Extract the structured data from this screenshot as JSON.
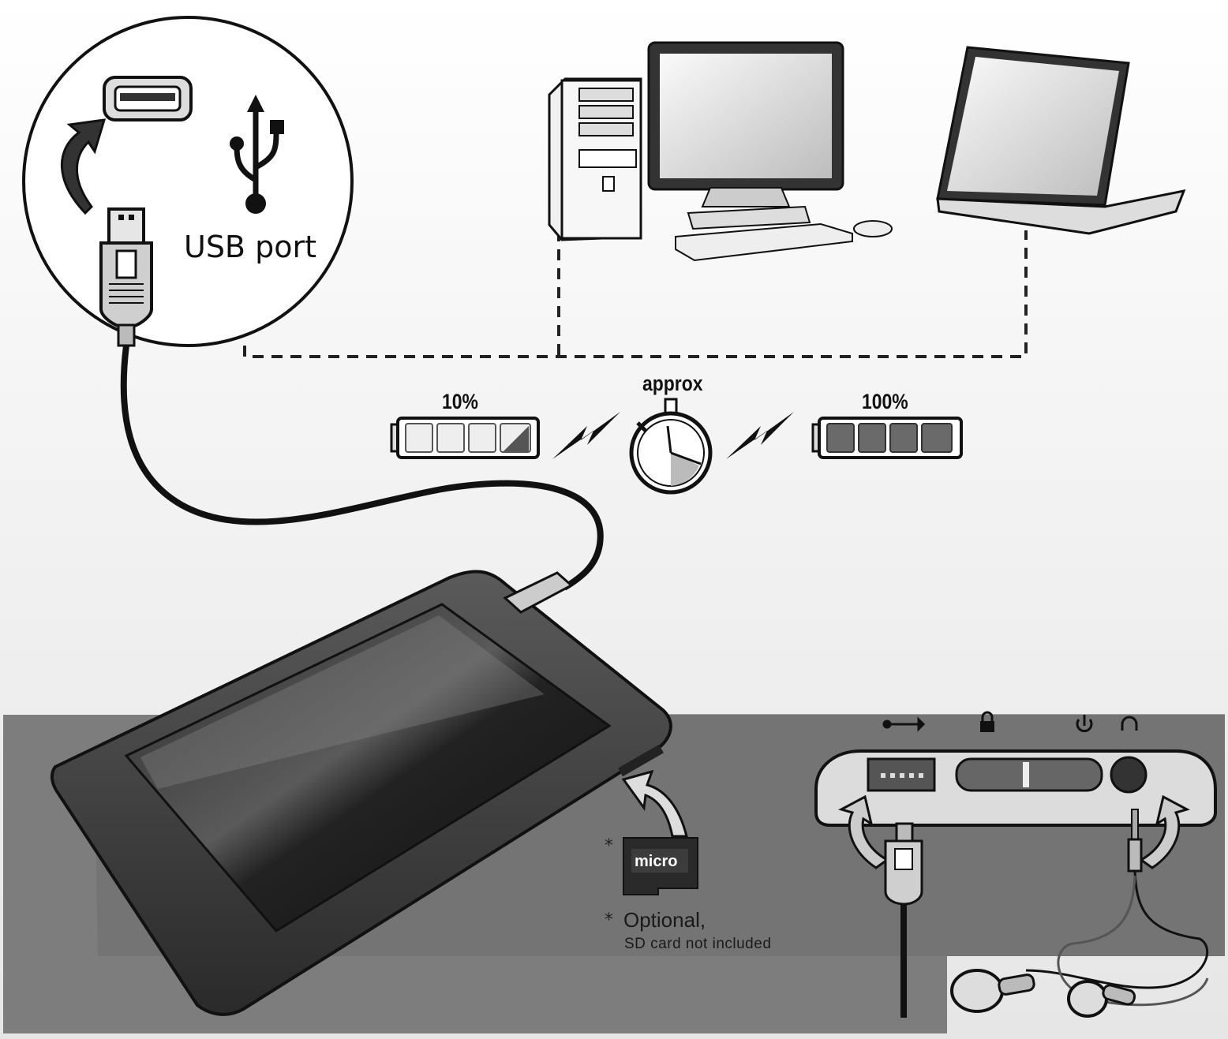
{
  "usb_port_label": "USB port",
  "battery_low_label": "10%",
  "battery_full_label": "100%",
  "charge_time_label": "approx",
  "card_asterisk": "*",
  "optional_asterisk": "*",
  "optional_label": "Optional,",
  "sd_card_note": "SD card not included",
  "battery_low_level": 0.1,
  "battery_full_level": 1.0,
  "colors": {
    "panel": "#7a7a7a",
    "device": "#3a3a3a",
    "outline": "#111111"
  },
  "icons": [
    "usb-socket-icon",
    "usb-trident-icon",
    "lightning-icon",
    "stopwatch-icon",
    "lock-icon",
    "power-icon",
    "headphones-icon",
    "micro-sd-icon"
  ]
}
